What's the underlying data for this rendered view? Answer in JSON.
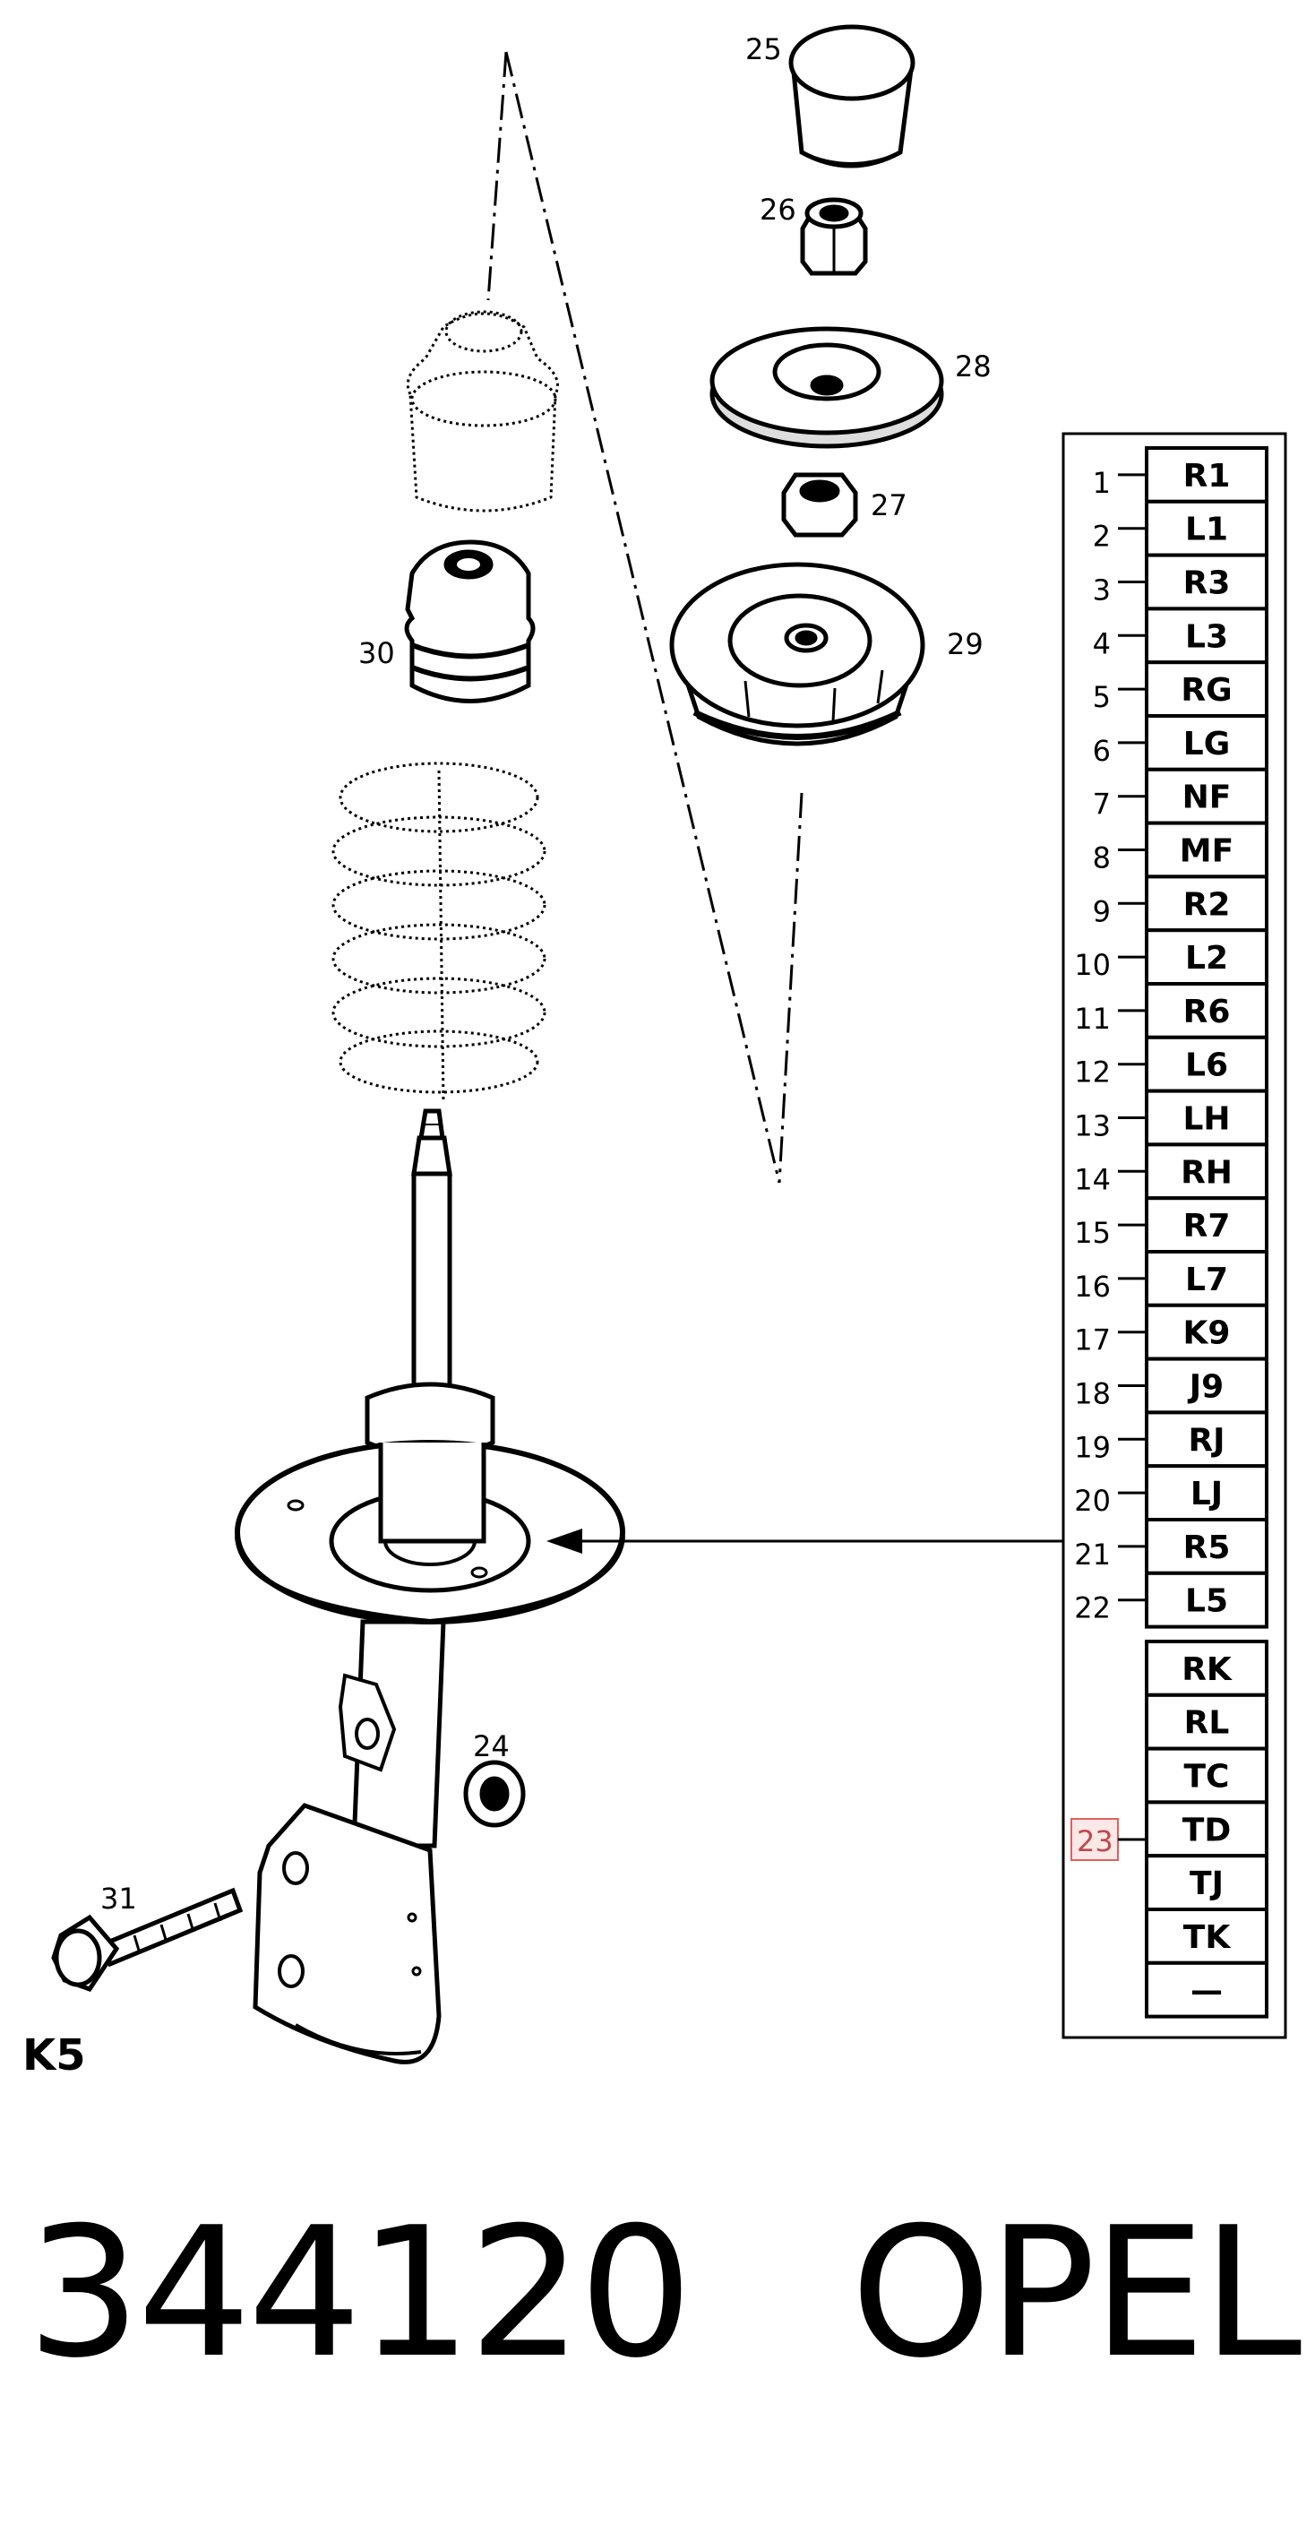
{
  "callouts": {
    "c25": "25",
    "c26": "26",
    "c28": "28",
    "c27": "27",
    "c29": "29",
    "c30": "30",
    "c24": "24",
    "c31": "31"
  },
  "section_code": "K5",
  "table": {
    "rows": [
      {
        "num": "1",
        "code": "R1"
      },
      {
        "num": "2",
        "code": "L1"
      },
      {
        "num": "3",
        "code": "R3"
      },
      {
        "num": "4",
        "code": "L3"
      },
      {
        "num": "5",
        "code": "RG"
      },
      {
        "num": "6",
        "code": "LG"
      },
      {
        "num": "7",
        "code": "NF"
      },
      {
        "num": "8",
        "code": "MF"
      },
      {
        "num": "9",
        "code": "R2"
      },
      {
        "num": "10",
        "code": "L2"
      },
      {
        "num": "11",
        "code": "R6"
      },
      {
        "num": "12",
        "code": "L6"
      },
      {
        "num": "13",
        "code": "LH"
      },
      {
        "num": "14",
        "code": "RH"
      },
      {
        "num": "15",
        "code": "R7"
      },
      {
        "num": "16",
        "code": "L7"
      },
      {
        "num": "17",
        "code": "K9"
      },
      {
        "num": "18",
        "code": "J9"
      },
      {
        "num": "19",
        "code": "RJ"
      },
      {
        "num": "20",
        "code": "LJ"
      },
      {
        "num": "21",
        "code": "R5"
      },
      {
        "num": "22",
        "code": "L5"
      }
    ],
    "group23": {
      "num": "23",
      "codes": [
        "RK",
        "RL",
        "TC",
        "TD",
        "TJ",
        "TK",
        "—"
      ]
    }
  },
  "footer": {
    "part_number": "344120",
    "brand": "OPEL"
  }
}
